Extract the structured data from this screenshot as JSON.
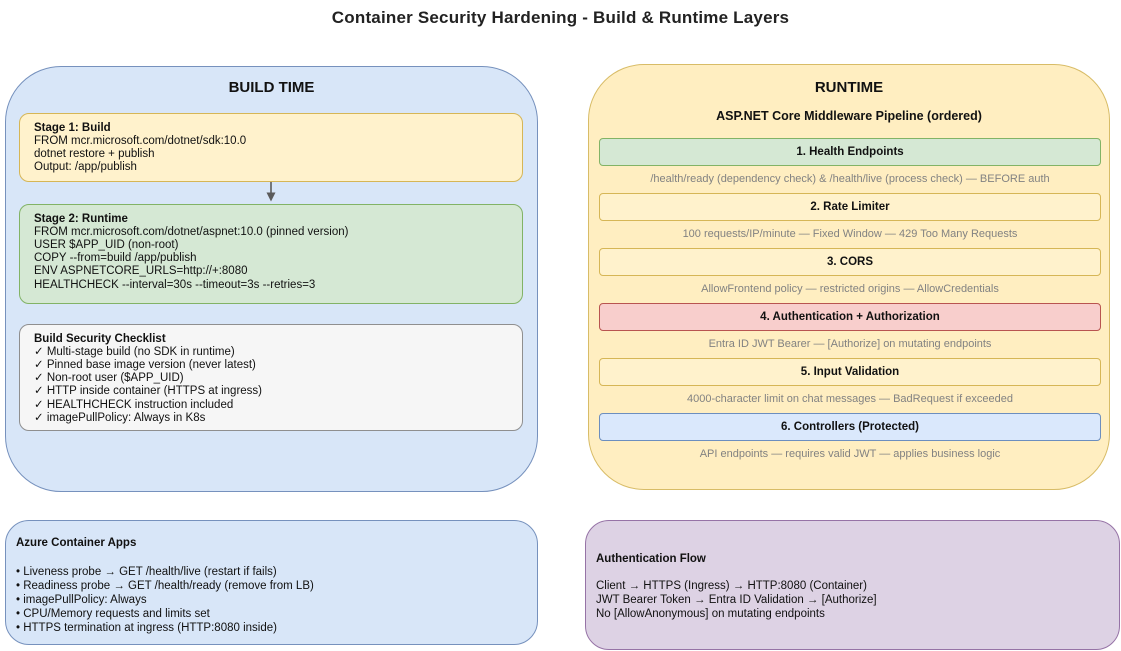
{
  "title": "Container Security Hardening - Build & Runtime Layers",
  "build_panel": {
    "title": "BUILD TIME",
    "stage1": {
      "title": "Stage 1: Build",
      "lines": [
        "FROM mcr.microsoft.com/dotnet/sdk:10.0",
        "dotnet restore + publish",
        "Output: /app/publish"
      ]
    },
    "stage2": {
      "title": "Stage 2: Runtime",
      "lines": [
        "FROM mcr.microsoft.com/dotnet/aspnet:10.0 (pinned version)",
        "USER $APP_UID (non-root)",
        "COPY --from=build /app/publish",
        "ENV ASPNETCORE_URLS=http://+:8080",
        "HEALTHCHECK --interval=30s --timeout=3s --retries=3"
      ]
    },
    "checklist": {
      "title": "Build Security Checklist",
      "items": [
        "✓ Multi-stage build (no SDK in runtime)",
        "✓ Pinned base image version (never latest)",
        "✓ Non-root user ($APP_UID)",
        "✓ HTTP inside container (HTTPS at ingress)",
        "✓ HEALTHCHECK instruction included",
        "✓ imagePullPolicy: Always in K8s"
      ]
    }
  },
  "runtime_panel": {
    "title": "RUNTIME",
    "subtitle": "ASP.NET Core Middleware Pipeline (ordered)",
    "steps": [
      {
        "label": "1. Health Endpoints",
        "color": "green",
        "caption": "/health/ready (dependency check) & /health/live (process check) — BEFORE auth"
      },
      {
        "label": "2. Rate Limiter",
        "color": "yellow",
        "caption": "100 requests/IP/minute — Fixed Window — 429 Too Many Requests"
      },
      {
        "label": "3. CORS",
        "color": "yellow",
        "caption": "AllowFrontend policy — restricted origins — AllowCredentials"
      },
      {
        "label": "4. Authentication + Authorization",
        "color": "red",
        "caption": "Entra ID JWT Bearer — [Authorize] on mutating endpoints"
      },
      {
        "label": "5. Input Validation",
        "color": "yellow",
        "caption": "4000-character limit on chat messages — BadRequest if exceeded"
      },
      {
        "label": "6. Controllers (Protected)",
        "color": "blue",
        "caption": "API endpoints — requires valid JWT — applies business logic"
      }
    ]
  },
  "azure_panel": {
    "title": "Azure Container Apps",
    "items": [
      "• Liveness probe → GET /health/live (restart if fails)",
      "• Readiness probe → GET /health/ready (remove from LB)",
      "• imagePullPolicy: Always",
      "• CPU/Memory requests and limits set",
      "• HTTPS termination at ingress (HTTP:8080 inside)"
    ]
  },
  "auth_panel": {
    "title": "Authentication Flow",
    "lines": [
      "Client → HTTPS (Ingress) → HTTP:8080 (Container)",
      "JWT Bearer Token → Entra ID Validation → [Authorize]",
      "No [AllowAnonymous] on mutating endpoints"
    ]
  },
  "colors": {
    "panel_blue_fill": "#d8e6f8",
    "panel_blue_border": "#7691bd",
    "panel_yellow_fill": "#ffeec1",
    "panel_yellow_border": "#d8bc67",
    "panel_purple_fill": "#ddd2e4",
    "panel_purple_border": "#9673a6",
    "box_yellow_fill": "#fff2cc",
    "box_yellow_border": "#d6b656",
    "box_green_fill": "#d5e8d4",
    "box_green_border": "#82b366",
    "box_red_fill": "#f8cecc",
    "box_red_border": "#b85450",
    "box_blue_fill": "#dae8fc",
    "box_blue_border": "#6c8ebf",
    "box_gray_fill": "#f6f6f6",
    "box_gray_border": "#8f8f8f",
    "caption_gray": "#828282"
  }
}
